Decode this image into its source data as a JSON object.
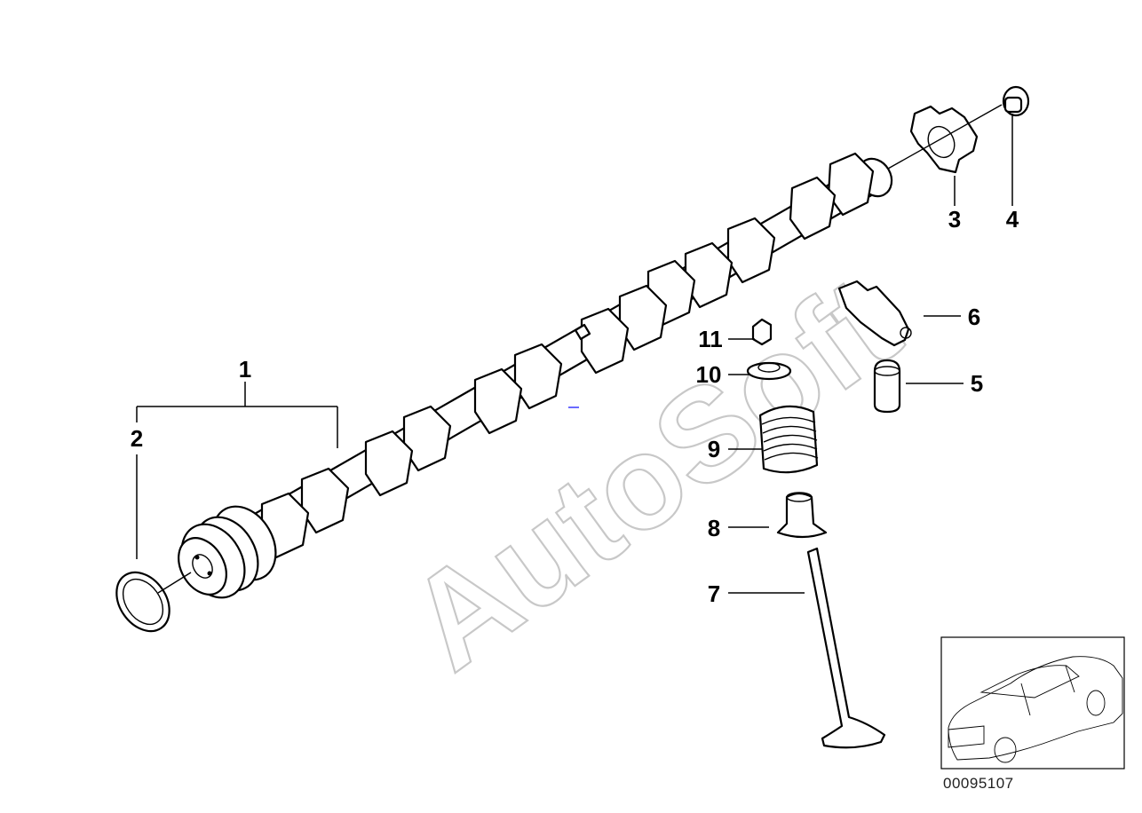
{
  "diagram": {
    "watermark": "AutoSoft",
    "document_number": "00095107",
    "callouts": [
      {
        "id": "1",
        "label": "1"
      },
      {
        "id": "2",
        "label": "2"
      },
      {
        "id": "3",
        "label": "3"
      },
      {
        "id": "4",
        "label": "4"
      },
      {
        "id": "5",
        "label": "5"
      },
      {
        "id": "6",
        "label": "6"
      },
      {
        "id": "7",
        "label": "7"
      },
      {
        "id": "8",
        "label": "8"
      },
      {
        "id": "9",
        "label": "9"
      },
      {
        "id": "10",
        "label": "10"
      },
      {
        "id": "11",
        "label": "11"
      }
    ]
  }
}
